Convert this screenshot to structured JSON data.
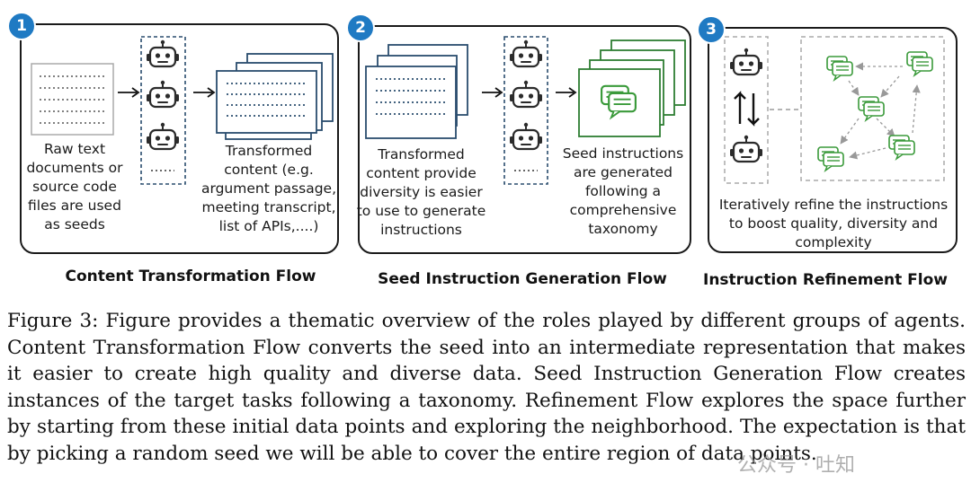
{
  "panels": [
    {
      "number": "1",
      "left_text": [
        "Raw text",
        "documents or",
        "source code",
        "files are used",
        "as seeds"
      ],
      "right_text": [
        "Transformed",
        "content (e.g.",
        "argument passage,",
        "meeting transcript,",
        "list of APIs,....)"
      ],
      "title": "Content Transformation Flow"
    },
    {
      "number": "2",
      "left_text": [
        "Transformed",
        "content provide",
        "diversity is easier",
        "to use to generate",
        "instructions"
      ],
      "right_text": [
        "Seed instructions",
        "are generated",
        "following  a",
        "comprehensive",
        "taxonomy"
      ],
      "title": "Seed Instruction Generation Flow"
    },
    {
      "number": "3",
      "bottom_text": [
        "Iteratively refine the instructions",
        "to boost quality, diversity and",
        "complexity"
      ],
      "title": "Instruction Refinement Flow"
    }
  ],
  "caption": "Figure 3: Figure provides a thematic overview of the roles played by different groups of agents. Content Transformation Flow converts the seed into an intermediate representation that makes it easier to create high quality and diverse data. Seed Instruction Generation Flow creates instances of the target tasks following a taxonomy. Refinement Flow explores the space further by starting from these initial data points and exploring the neighborhood. The expectation is that by picking a random seed we will be able to cover the entire region of data points.",
  "watermark": "公众号 · 吐知",
  "colors": {
    "badge": "#1f7ac3",
    "doc_stroke": "#2a4d6e",
    "chat_green": "#3a9a3a",
    "robot_stroke": "#2b2b2b"
  },
  "icons": [
    "robot-icon",
    "document-stack-icon",
    "chat-bubbles-icon",
    "cycle-arrows-icon"
  ]
}
